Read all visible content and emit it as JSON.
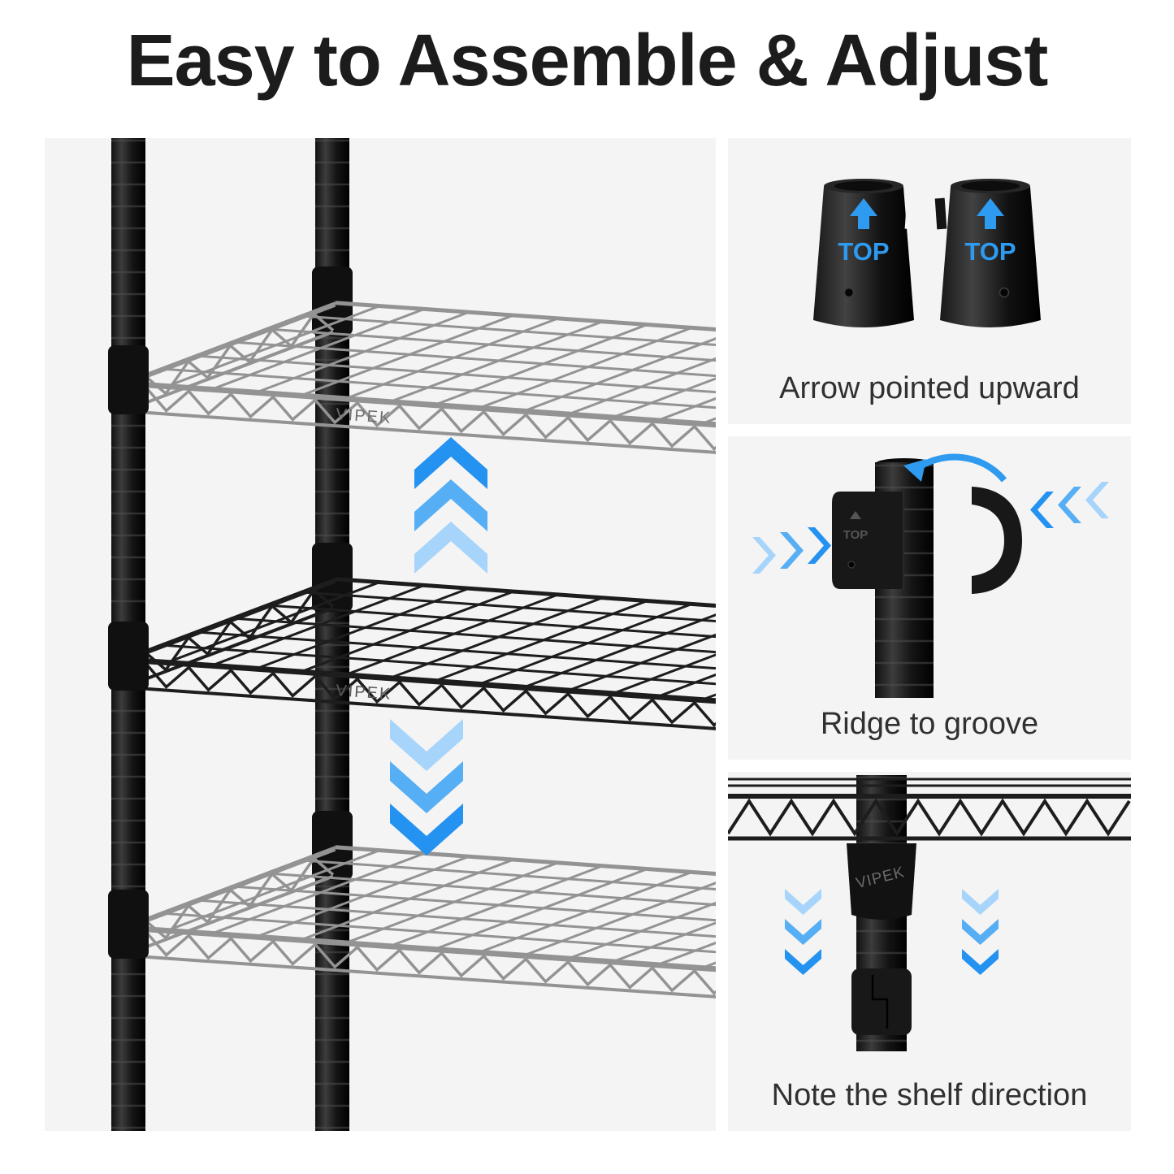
{
  "page": {
    "title": "Easy to Assemble & Adjust"
  },
  "colors": {
    "page_bg": "#ffffff",
    "panel_bg": "#f4f4f4",
    "accent_blue": "#2e9af0",
    "chevron_blue_dark": "#2492f0",
    "chevron_blue_mid": "#56aef5",
    "chevron_blue_light": "#a6d4fb",
    "shelf_gray": "#939393",
    "shelf_black": "#1d1d1d",
    "pole_black": "#111111",
    "title_color": "#1c1c1c",
    "caption_color": "#303030"
  },
  "main_illustration": {
    "brand": "VIPEK",
    "icons": [
      "up-chevrons-icon",
      "down-chevrons-icon"
    ]
  },
  "steps": [
    {
      "caption": "Arrow pointed upward",
      "sleeve_labels": [
        "TOP",
        "TOP"
      ],
      "icons": [
        "up-arrow-icon",
        "up-arrow-icon"
      ]
    },
    {
      "caption": "Ridge to groove",
      "clamp_label": "TOP",
      "icons": [
        "rotation-arrow-icon",
        "chevrons-right-icon",
        "chevrons-left-icon"
      ]
    },
    {
      "caption": "Note the shelf direction",
      "brand_label": "VIPEK",
      "icons": [
        "down-chevrons-icon",
        "down-chevrons-icon"
      ]
    }
  ]
}
